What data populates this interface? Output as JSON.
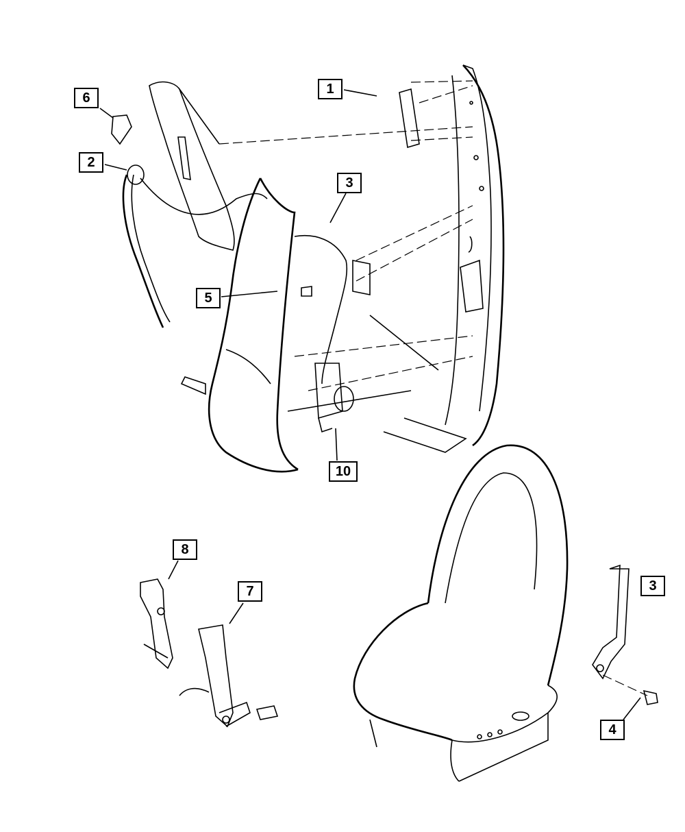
{
  "diagram": {
    "callouts": [
      {
        "id": "c1",
        "label": "1"
      },
      {
        "id": "c6",
        "label": "6"
      },
      {
        "id": "c2",
        "label": "2"
      },
      {
        "id": "c3a",
        "label": "3"
      },
      {
        "id": "c5",
        "label": "5"
      },
      {
        "id": "c10",
        "label": "10"
      },
      {
        "id": "c8",
        "label": "8"
      },
      {
        "id": "c7",
        "label": "7"
      },
      {
        "id": "c3b",
        "label": "3"
      },
      {
        "id": "c4",
        "label": "4"
      }
    ]
  }
}
